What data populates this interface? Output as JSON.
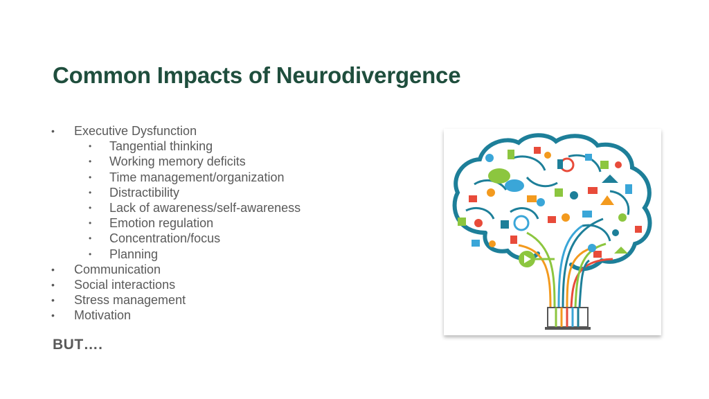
{
  "slide": {
    "title": "Common Impacts of Neurodivergence",
    "bullets": [
      {
        "text": "Executive Dysfunction",
        "level": 1
      },
      {
        "text": "Tangential thinking",
        "level": 2
      },
      {
        "text": "Working memory deficits",
        "level": 2
      },
      {
        "text": "Time management/organization",
        "level": 2
      },
      {
        "text": "Distractibility",
        "level": 2
      },
      {
        "text": "Lack of awareness/self-awareness",
        "level": 2
      },
      {
        "text": "Emotion regulation",
        "level": 2
      },
      {
        "text": "Concentration/focus",
        "level": 2
      },
      {
        "text": "Planning",
        "level": 2
      },
      {
        "text": "Communication",
        "level": 1
      },
      {
        "text": "Social interactions",
        "level": 1
      },
      {
        "text": "Stress management",
        "level": 1
      },
      {
        "text": "Motivation",
        "level": 1
      }
    ],
    "bullet_glyph": "•",
    "closing_text": "BUT….",
    "image": {
      "icon": "brain-tree-icon"
    }
  },
  "colors": {
    "title": "#1f4e3d",
    "body_text": "#595959",
    "brain_outline": "#1d7f99",
    "green": "#8cc63f",
    "orange": "#f39a1e",
    "red": "#e84b3a",
    "blue": "#3aa6d8"
  }
}
